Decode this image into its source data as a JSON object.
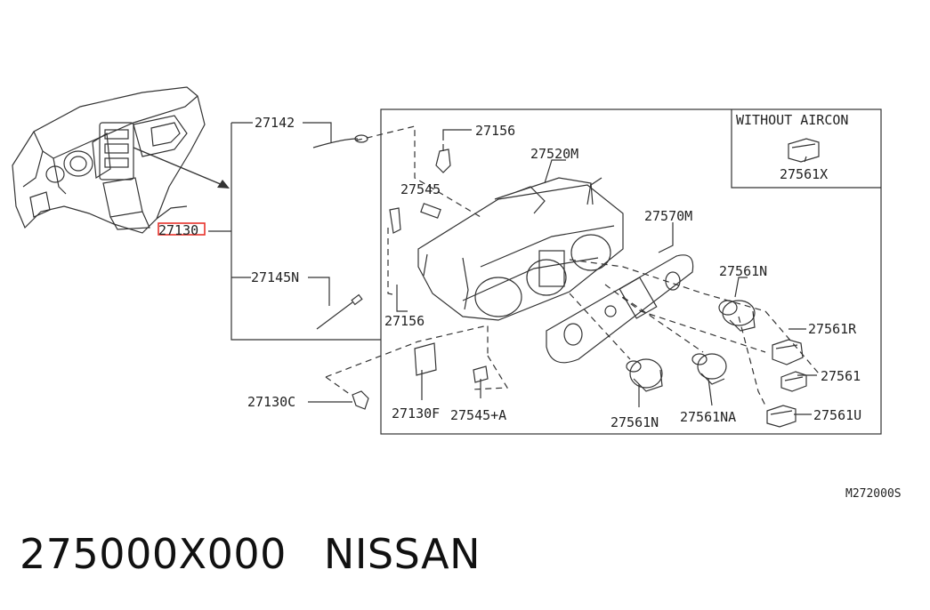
{
  "diagram": {
    "boxed_note": "WITHOUT AIRCON",
    "labels": {
      "l27142": "27142",
      "l27156_top": "27156",
      "l27520M": "27520M",
      "l27545": "27545",
      "l27570M": "27570M",
      "l27561X": "27561X",
      "l27130": "27130",
      "l27145N": "27145N",
      "l27156_low": "27156",
      "l27561N_r": "27561N",
      "l27561R": "27561R",
      "l27561": "27561",
      "l27561U": "27561U",
      "l27130C": "27130C",
      "l27130F": "27130F",
      "l27545A": "27545+A",
      "l27561N_b": "27561N",
      "l27561NA": "27561NA"
    },
    "figure_code": "M272000S",
    "highlight_color": "#e8322b",
    "line_color": "#333333"
  },
  "footer": {
    "part_number": "275000X000",
    "brand": "NISSAN"
  }
}
